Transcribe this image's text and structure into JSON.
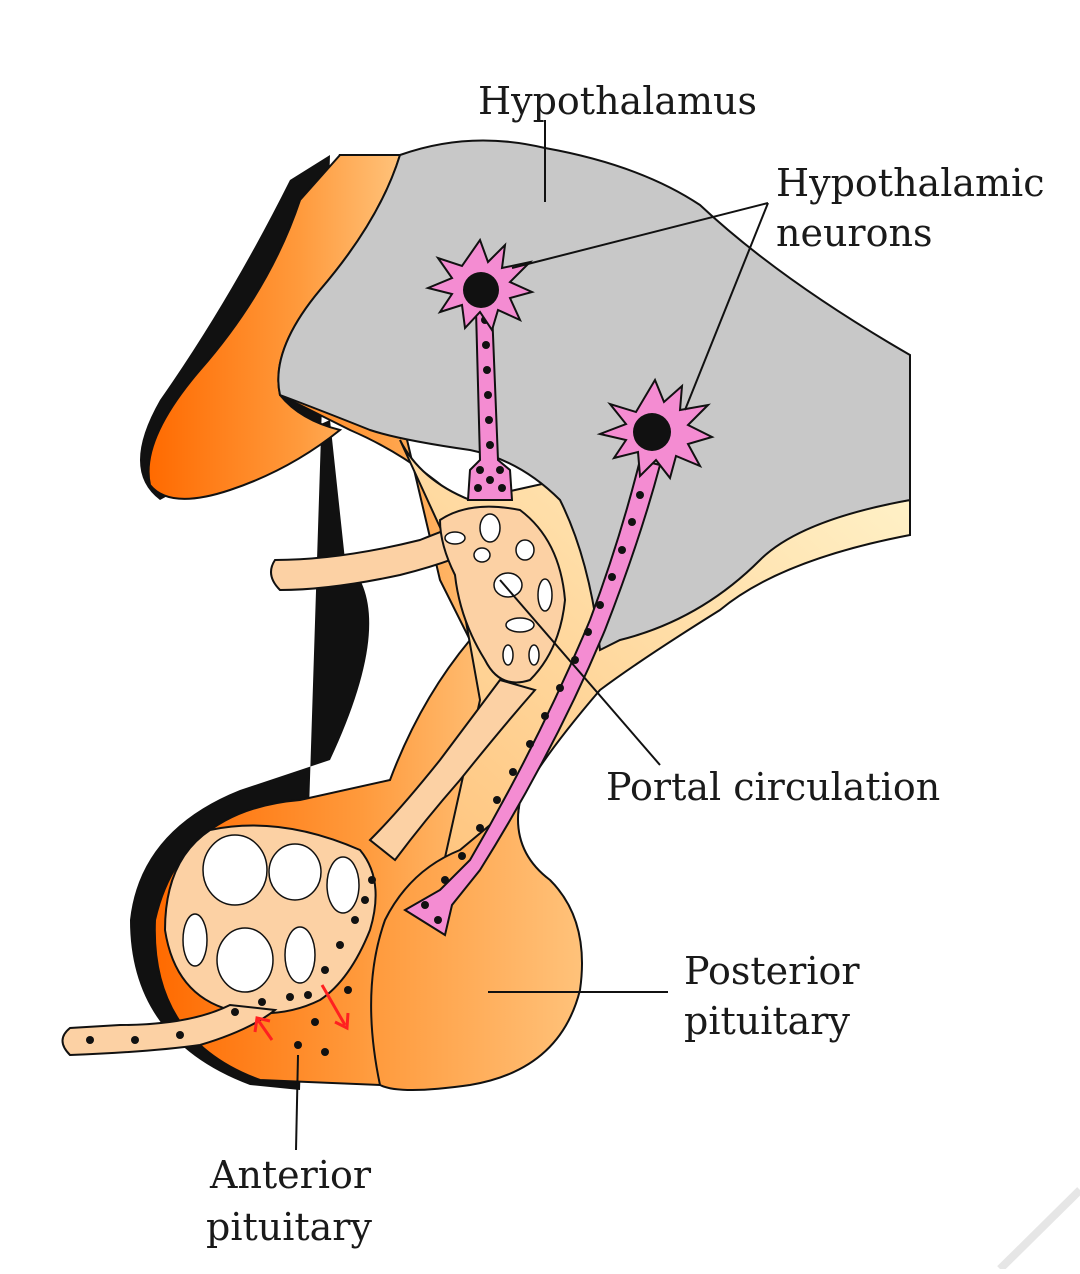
{
  "labels": {
    "hypothalamus": "Hypothalamus",
    "hypothalamic_neurons_line1": "Hypothalamic",
    "hypothalamic_neurons_line2": "neurons",
    "portal_circulation": "Portal circulation",
    "posterior_pituitary_line1": "Posterior",
    "posterior_pituitary_line2": "pituitary",
    "anterior_pituitary_line1": "Anterior",
    "anterior_pituitary_line2": "pituitary"
  },
  "colors": {
    "hypothalamus_fill": "#c8c8c8",
    "orange_dark": "#ff6a00",
    "orange_mid": "#ff9a3c",
    "orange_light": "#ffc27a",
    "stalk_cream": "#fff0c0",
    "vessel_fill": "#fcd1a4",
    "neuron_pink": "#f48cd2",
    "outline": "#111111",
    "arrow_red": "#ff2020"
  },
  "icons": {
    "neuron": "neuron-cell-icon",
    "arrow": "red-arrow-icon"
  }
}
